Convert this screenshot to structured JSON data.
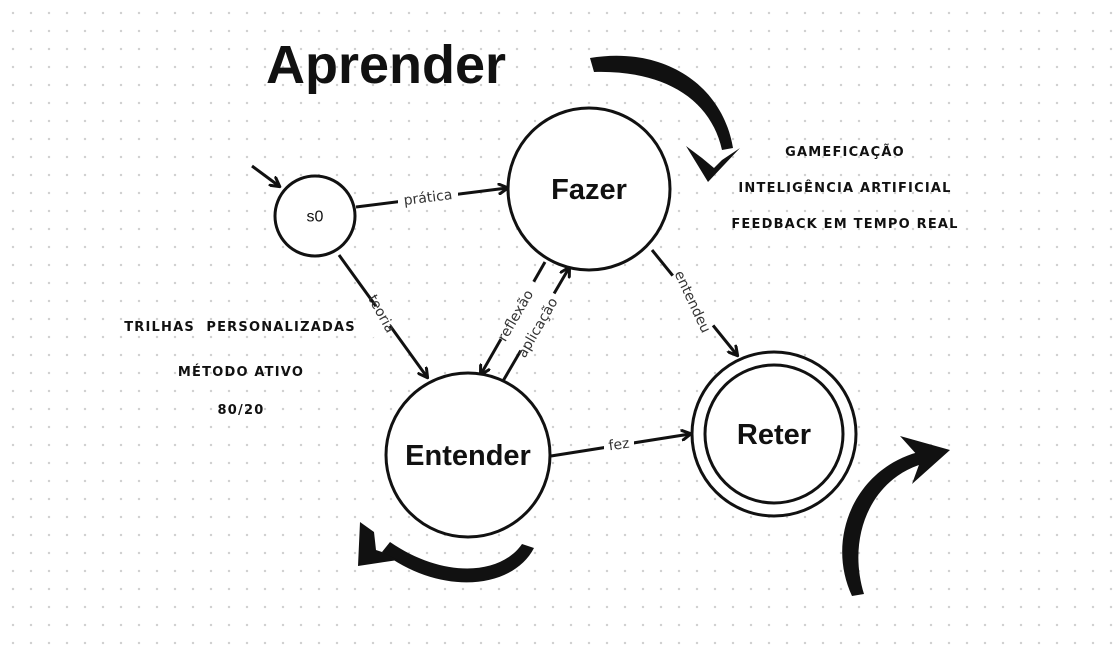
{
  "title": "Aprender",
  "nodes": {
    "s0": "s0",
    "fazer": "Fazer",
    "entender": "Entender",
    "reter": "Reter"
  },
  "edges": {
    "s0_fazer": "prática",
    "s0_entender": "teoria",
    "fazer_entender": "reflexão",
    "entender_fazer": "aplicação",
    "fazer_reter": "entendeu",
    "entender_reter": "fez"
  },
  "notes_right": [
    "GAMEFICAÇÃO",
    "INTELIGÊNCIA ARTIFICIAL",
    "FEEDBACK EM TEMPO REAL"
  ],
  "notes_left": [
    "TRILHAS  PERSONALIZADAS",
    "MÉTODO ATIVO",
    "80/20"
  ],
  "colors": {
    "ink": "#111111",
    "label": "#333333",
    "background": "#ffffff",
    "grid_dots": "#cfcfcf"
  }
}
